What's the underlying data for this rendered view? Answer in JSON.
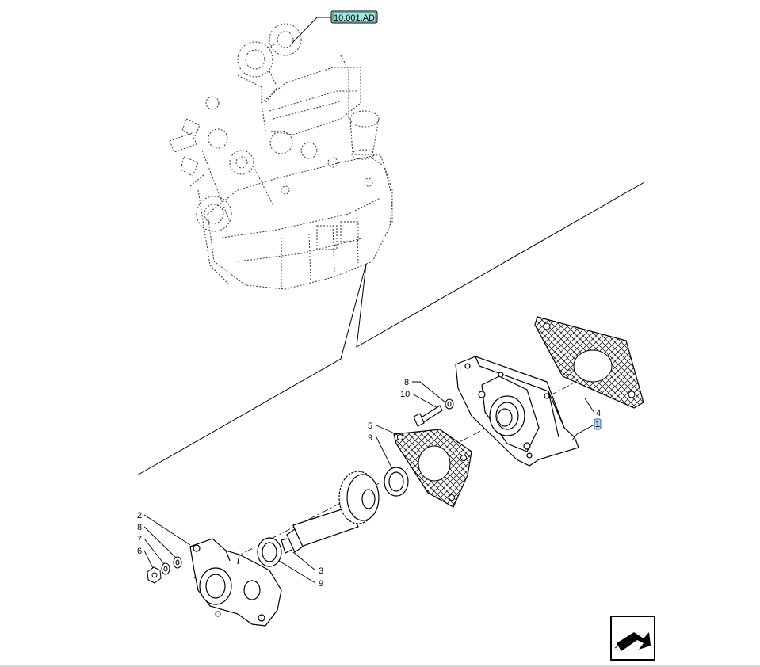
{
  "reference_tag": {
    "label": "10.001.AD",
    "fill": "#9fe7e1"
  },
  "selected_callout": {
    "label": "1",
    "fill": "#bfd3f2"
  },
  "callouts": {
    "c2": "2",
    "c8a": "8",
    "c7": "7",
    "c6": "6",
    "c3": "3",
    "c9a": "9",
    "c8b": "8",
    "c10": "10",
    "c5": "5",
    "c9b": "9",
    "c4": "4"
  },
  "nav_icon": "next-page-arrow-icon"
}
